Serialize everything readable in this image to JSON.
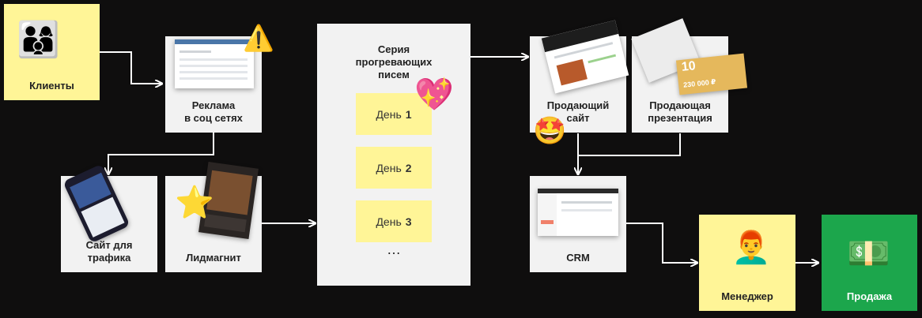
{
  "nodes": {
    "clients": "Клиенты",
    "ads": "Реклама\nв соц сетях",
    "traffic_site": "Сайт для\nтрафика",
    "lead_magnet": "Лидмагнит",
    "series_title": "Серия\nпрогревающих\nписем",
    "days": [
      {
        "prefix": "День",
        "num": "1"
      },
      {
        "prefix": "День",
        "num": "2"
      },
      {
        "prefix": "День",
        "num": "3"
      }
    ],
    "more": "…",
    "selling_site": "Продающий\nсайт",
    "presentation": "Продающая\nпрезентация",
    "crm": "CRM",
    "manager": "Менеджер",
    "sale": "Продажа"
  },
  "images": {
    "presentation_badge": "10",
    "presentation_price": "230 000 ₽"
  },
  "icons": {
    "clients": "family-emoji",
    "warning": "warning-icon",
    "heart": "sparkling-heart-icon",
    "star": "star-icon",
    "star_eyes": "star-struck-icon",
    "manager": "manager-face-icon",
    "money": "dollar-banknote-icon"
  },
  "colors": {
    "background": "#0f0e0e",
    "card_gray": "#f2f2f2",
    "card_yellow": "#fff597",
    "card_green": "#1ca64c",
    "arrow": "#ffffff"
  }
}
